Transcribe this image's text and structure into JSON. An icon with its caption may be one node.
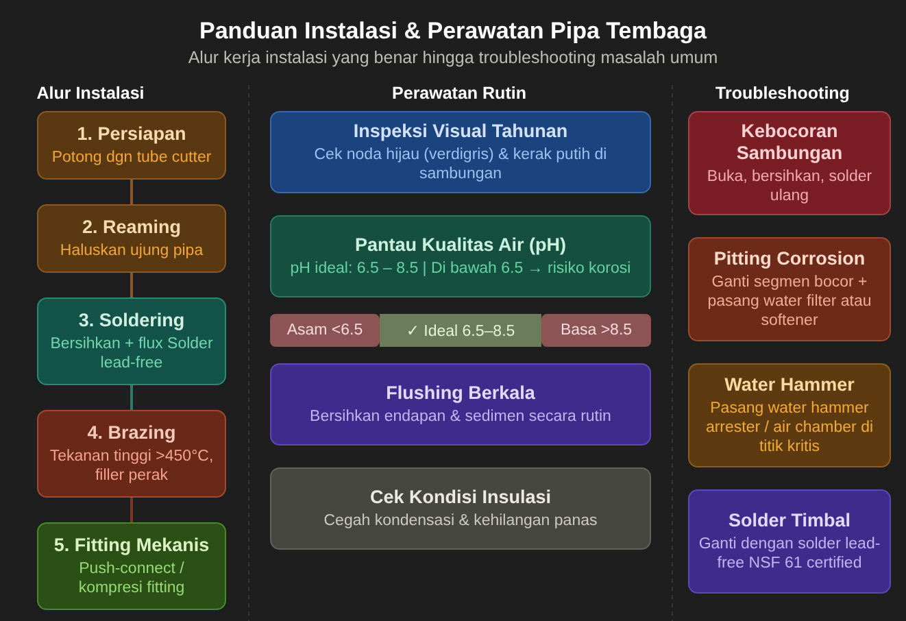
{
  "diagram": {
    "title": "Panduan Instalasi & Perawatan Pipa Tembaga",
    "nodes": [
      {
        "text": [
          "1. Persiapan",
          "Potong dgn tube cutter"
        ]
      },
      {
        "text": [
          "2. Reaming",
          "Haluskan ujung pipa"
        ]
      },
      {
        "text": [
          "3. Soldering",
          "Bersihkan + flux Solder lead-free"
        ]
      },
      {
        "text": [
          "4. Brazing",
          "Tekanan tinggi >450°C, filler perak"
        ]
      },
      {
        "text": [
          "5. Fitting Mekanis",
          "Push-connect / kompresi fitting"
        ]
      },
      {
        "text": [
          "Inspeksi Visual Tahunan",
          "Cek noda hijau (verdigris) & kerak putih di sambungan"
        ]
      },
      {
        "text": [
          "Pantau Kualitas Air (pH)",
          "pH ideal: 6.5 – 8.5 | Di bawah 6.5 → risiko korosi"
        ]
      },
      {
        "text": [
          "Asam <6.5"
        ]
      },
      {
        "text": [
          "✓ Ideal 6.5–8.5"
        ]
      },
      {
        "text": [
          "Basa >8.5"
        ]
      },
      {
        "text": [
          "Flushing Berkala",
          "Bersihkan endapan & sedimen secara rutin"
        ]
      },
      {
        "text": [
          "Cek Kondisi Insulasi",
          "Cegah kondensasi & kehilangan panas"
        ]
      },
      {
        "text": [
          "Kebocoran Sambungan",
          "Buka, bersihkan, solder ulang"
        ]
      },
      {
        "text": [
          "Pitting Corrosion",
          "Ganti segmen bocor + pasang water filter atau softener"
        ]
      },
      {
        "text": [
          "Water Hammer",
          "Pasang water hammer arrester / air chamber di titik kritis"
        ]
      },
      {
        "text": [
          "Solder Timbal",
          "Ganti dengan solder lead-free NSF 61 certified"
        ]
      }
    ],
    "edges": [
      {
        "from": 0,
        "to": 1,
        "arrow": "none"
      },
      {
        "from": 1,
        "to": 2,
        "arrow": "none"
      },
      {
        "from": 2,
        "to": 3,
        "arrow": "none",
        "color": "#2a7a66"
      },
      {
        "from": 3,
        "to": 4,
        "arrow": "none",
        "color": "#7a3524"
      }
    ],
    "labels": [
      "Alur kerja instalasi yang benar hingga troubleshooting masalah umum",
      "Alur Instalasi",
      "Perawatan Rutin",
      "Troubleshooting"
    ]
  }
}
